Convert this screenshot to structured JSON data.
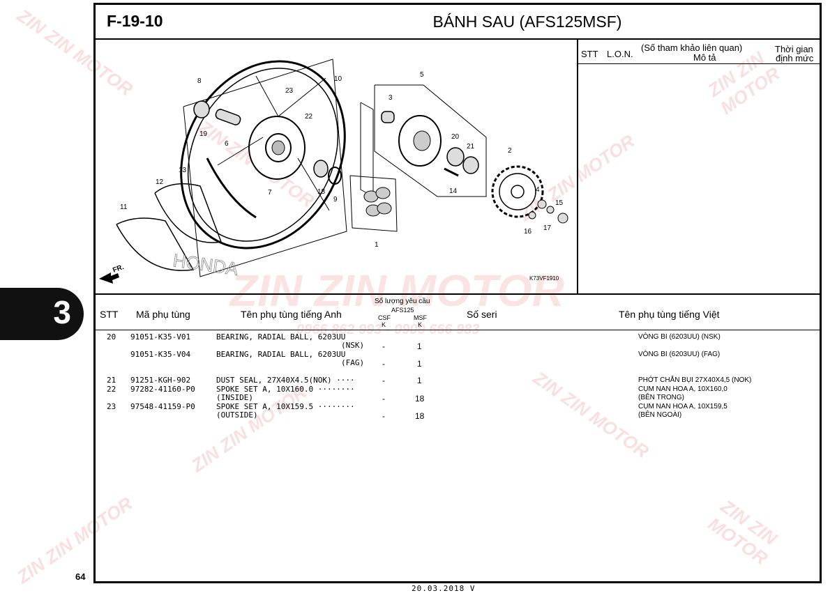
{
  "header": {
    "code": "F-19-10",
    "title": "BÁNH SAU (AFS125MSF)"
  },
  "side_header": {
    "stt": "STT",
    "lon": "L.O.N.",
    "ref": "(Số tham khảo liên quan)",
    "desc": "Mô tả",
    "time_line1": "Thời gian",
    "time_line2": "định mức"
  },
  "diagram": {
    "callouts": [
      "1",
      "2",
      "3",
      "4",
      "5",
      "6",
      "7",
      "8",
      "9",
      "10",
      "11",
      "12",
      "13",
      "14",
      "15",
      "16",
      "17",
      "18",
      "19",
      "20",
      "21",
      "22",
      "23"
    ],
    "ref_code": "K73VF1910",
    "fr_label": "FR.",
    "brand_outline": "HONDA"
  },
  "table_header": {
    "stt": "STT",
    "part_no": "Mã phụ tùng",
    "name_en": "Tên phụ tùng tiếng Anh",
    "qty_title": "Số lượng yêu cầu",
    "qty_model": "AFS125",
    "qty_col1": "CSF",
    "qty_col1_sub": "K",
    "qty_col2": "MSF",
    "qty_col2_sub": "K",
    "serial": "Số seri",
    "name_vn": "Tên phụ tùng tiếng Việt"
  },
  "rows": [
    {
      "stt": "20",
      "part": "91051-K35-V01",
      "en1": "BEARING, RADIAL BALL, 6203UU",
      "en2": "(NSK)",
      "csf": "-",
      "msf": "1",
      "vn1": "VÒNG BI (6203UU) (NSK)",
      "vn2": ""
    },
    {
      "stt": "",
      "part": "91051-K35-V04",
      "en1": "BEARING, RADIAL BALL, 6203UU",
      "en2": "(FAG)",
      "csf": "-",
      "msf": "1",
      "vn1": "VÒNG BI (6203UU) (FAG)",
      "vn2": ""
    },
    {
      "stt": "21",
      "part": "91251-KGH-902",
      "en1": "DUST SEAL, 27X40X4.5(NOK) ····",
      "en2": "",
      "csf": "-",
      "msf": "1",
      "vn1": "PHỚT CHẮN BỤI 27X40X4,5 (NOK)",
      "vn2": ""
    },
    {
      "stt": "22",
      "part": "97282-41160-P0",
      "en1": "SPOKE SET A, 10X160.0 ········",
      "en2": "(INSIDE)",
      "csf": "-",
      "msf": "18",
      "vn1": "CỤM NAN HOA A, 10X160,0",
      "vn2": "(BÊN TRONG)"
    },
    {
      "stt": "23",
      "part": "97548-41159-P0",
      "en1": "SPOKE SET A, 10X159.5 ········",
      "en2": "(OUTSIDE)",
      "csf": "-",
      "msf": "18",
      "vn1": "CỤM NAN HOA A, 10X159,5",
      "vn2": "(BÊN NGOÀI)"
    }
  ],
  "section_tab": "3",
  "page_number": "64",
  "footer": "20.03.2018   V",
  "watermark": {
    "brand": "ZIN ZIN MOTOR",
    "phone": "0966 862 993 - 0909 666 983"
  }
}
